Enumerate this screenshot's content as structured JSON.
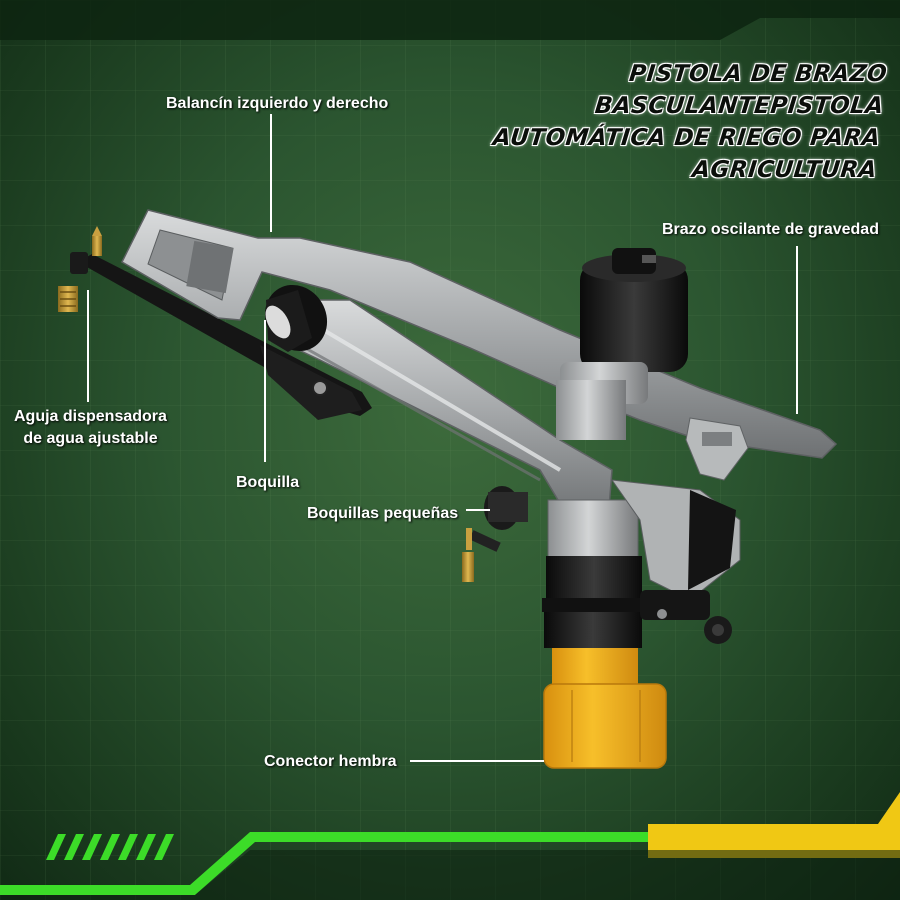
{
  "title": {
    "line1": "PISTOLA DE BRAZO BASCULANTEPISTOLA",
    "line2": "AUTOMÁTICA DE RIEGO PARA AGRICULTURA"
  },
  "labels": {
    "rocker": "Balancín izquierdo y derecho",
    "gravity_arm": "Brazo oscilante de gravedad",
    "needle_line1": "Aguja dispensadora",
    "needle_line2": "de agua ajustable",
    "nozzle": "Boquilla",
    "small_nozzles": "Boquillas pequeñas",
    "connector": "Conector hembra"
  },
  "colors": {
    "background": "#2b5530",
    "accent_green": "#3cdc28",
    "accent_yellow": "#f0c814",
    "connector_yellow": "#f3b21e",
    "metal": "#a9acad"
  }
}
